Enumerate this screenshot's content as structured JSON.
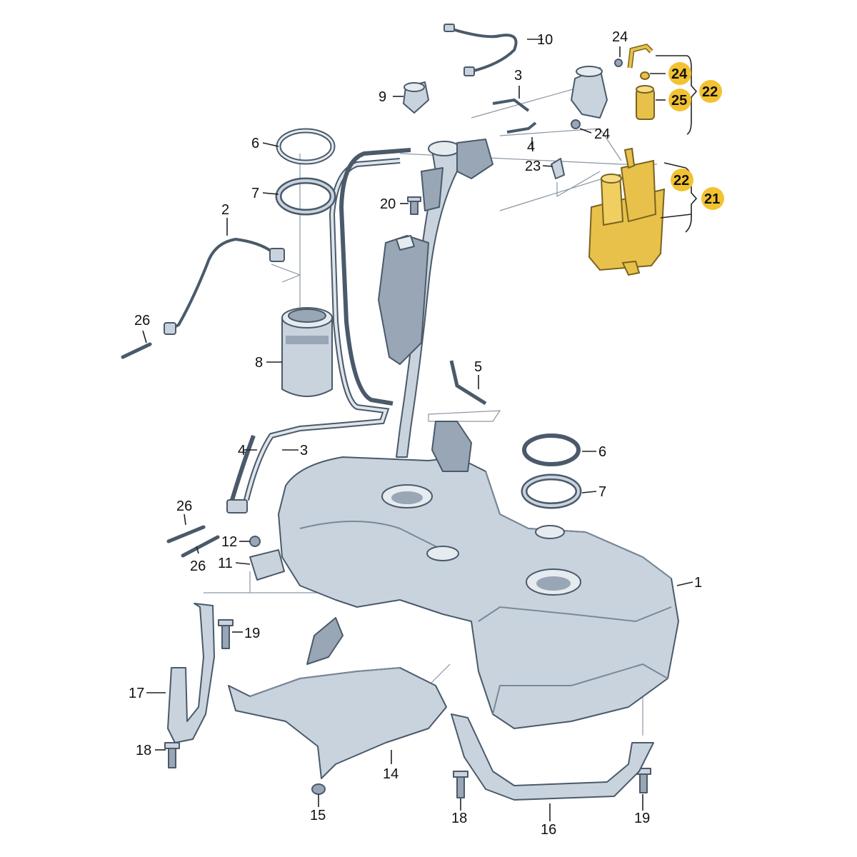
{
  "colors": {
    "part_fill": "#c9d3de",
    "part_outline": "#4a5a6a",
    "highlight": "#f2c230",
    "canister": "#e8c14a"
  },
  "callouts": [
    {
      "id": "c1",
      "text": "1"
    },
    {
      "id": "c2",
      "text": "2"
    },
    {
      "id": "c3a",
      "text": "3"
    },
    {
      "id": "c3b",
      "text": "3"
    },
    {
      "id": "c4a",
      "text": "4"
    },
    {
      "id": "c4b",
      "text": "4"
    },
    {
      "id": "c5",
      "text": "5"
    },
    {
      "id": "c6a",
      "text": "6"
    },
    {
      "id": "c6b",
      "text": "6"
    },
    {
      "id": "c7a",
      "text": "7"
    },
    {
      "id": "c7b",
      "text": "7"
    },
    {
      "id": "c8",
      "text": "8"
    },
    {
      "id": "c9",
      "text": "9"
    },
    {
      "id": "c10",
      "text": "10"
    },
    {
      "id": "c11",
      "text": "11"
    },
    {
      "id": "c12",
      "text": "12"
    },
    {
      "id": "c14",
      "text": "14"
    },
    {
      "id": "c15",
      "text": "15"
    },
    {
      "id": "c16",
      "text": "16"
    },
    {
      "id": "c17",
      "text": "17"
    },
    {
      "id": "c18a",
      "text": "18"
    },
    {
      "id": "c18b",
      "text": "18"
    },
    {
      "id": "c19a",
      "text": "19"
    },
    {
      "id": "c19b",
      "text": "19"
    },
    {
      "id": "c20",
      "text": "20"
    },
    {
      "id": "c23",
      "text": "23"
    },
    {
      "id": "c24a",
      "text": "24"
    },
    {
      "id": "c24b",
      "text": "24"
    },
    {
      "id": "c26a",
      "text": "26"
    },
    {
      "id": "c26b",
      "text": "26"
    },
    {
      "id": "c26c",
      "text": "26"
    }
  ],
  "highlighted_callouts": [
    {
      "id": "h24",
      "text": "24"
    },
    {
      "id": "h25",
      "text": "25"
    },
    {
      "id": "h22a",
      "text": "22"
    },
    {
      "id": "h22b",
      "text": "22"
    },
    {
      "id": "h21",
      "text": "21"
    }
  ]
}
